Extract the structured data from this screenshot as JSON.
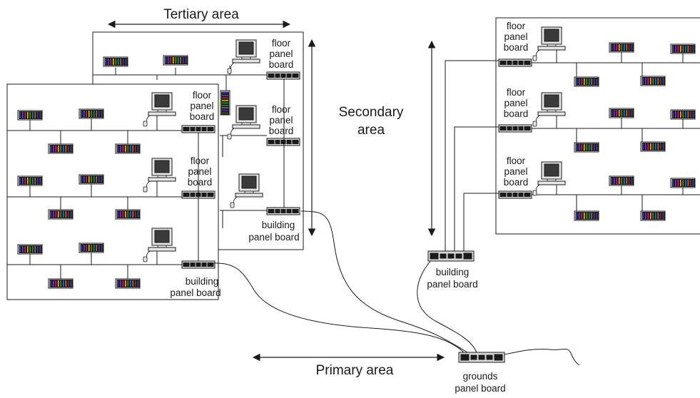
{
  "areas": {
    "tertiary": "Tertiary area",
    "secondary_line1": "Secondary",
    "secondary_line2": "area",
    "primary": "Primary area"
  },
  "labels": {
    "floor": "floor",
    "panel": "panel",
    "board": "board",
    "building": "building",
    "building_panel_board": "panel board",
    "grounds": "grounds",
    "grounds_panel_board": "panel board"
  },
  "colors": {
    "line": "#1a1a1a",
    "panel_fill": "#d8d8d8",
    "monitor_screen": "#3a3a3a",
    "device_stripes": [
      "#3d3dbf",
      "#8a2be2",
      "#d62828",
      "#f2c200",
      "#2a9d2a",
      "#1f78d1",
      "#e85d04"
    ]
  },
  "icons": {
    "computer": "computer-icon",
    "device": "network-device-icon",
    "panel": "panel-board-icon"
  }
}
